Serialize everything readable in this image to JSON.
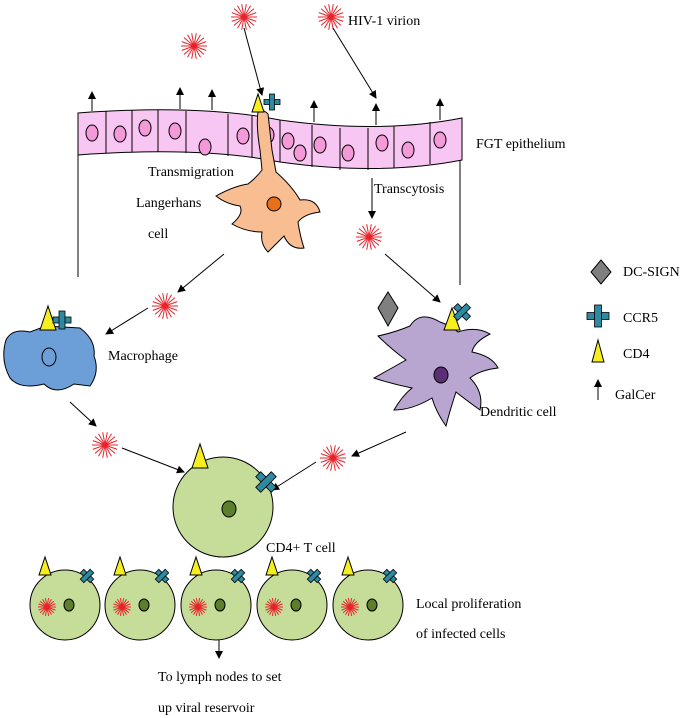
{
  "labels": {
    "virion": "HIV-1 virion",
    "epithelium": "FGT epithelium",
    "transmigration": "Transmigration",
    "langerhans_1": "Langerhans",
    "langerhans_2": "cell",
    "transcytosis": "Transcytosis",
    "macrophage": "Macrophage",
    "dendritic": "Dendritic cell",
    "cd4t": "CD4+ T cell",
    "prolif_1": "Local proliferation",
    "prolif_2": "of infected cells",
    "lymph_1": "To lymph nodes to set",
    "lymph_2": "up viral reservoir"
  },
  "legend": [
    {
      "label": "DC-SIGN",
      "icon": "diamond-icon"
    },
    {
      "label": "CCR5",
      "icon": "cross-icon"
    },
    {
      "label": "CD4",
      "icon": "triangle-icon"
    },
    {
      "label": "GalCer",
      "icon": "arrow-up-icon"
    }
  ],
  "colors": {
    "epithelium": "#f7c6f2",
    "epi_nucleus": "#f59ad8",
    "virion": "#e8232a",
    "langerhans": "#f8bd91",
    "langerhans_nucleus": "#e9701b",
    "macrophage": "#6c9fd8",
    "dendritic": "#b8a6d0",
    "dendritic_nucleus": "#5b2f73",
    "tcell": "#c6dd9a",
    "tcell_nucleus": "#5d7f2c",
    "cd4": "#f6ee1e",
    "ccr5": "#2e8aa0",
    "dcsign": "#7f7f7f"
  }
}
